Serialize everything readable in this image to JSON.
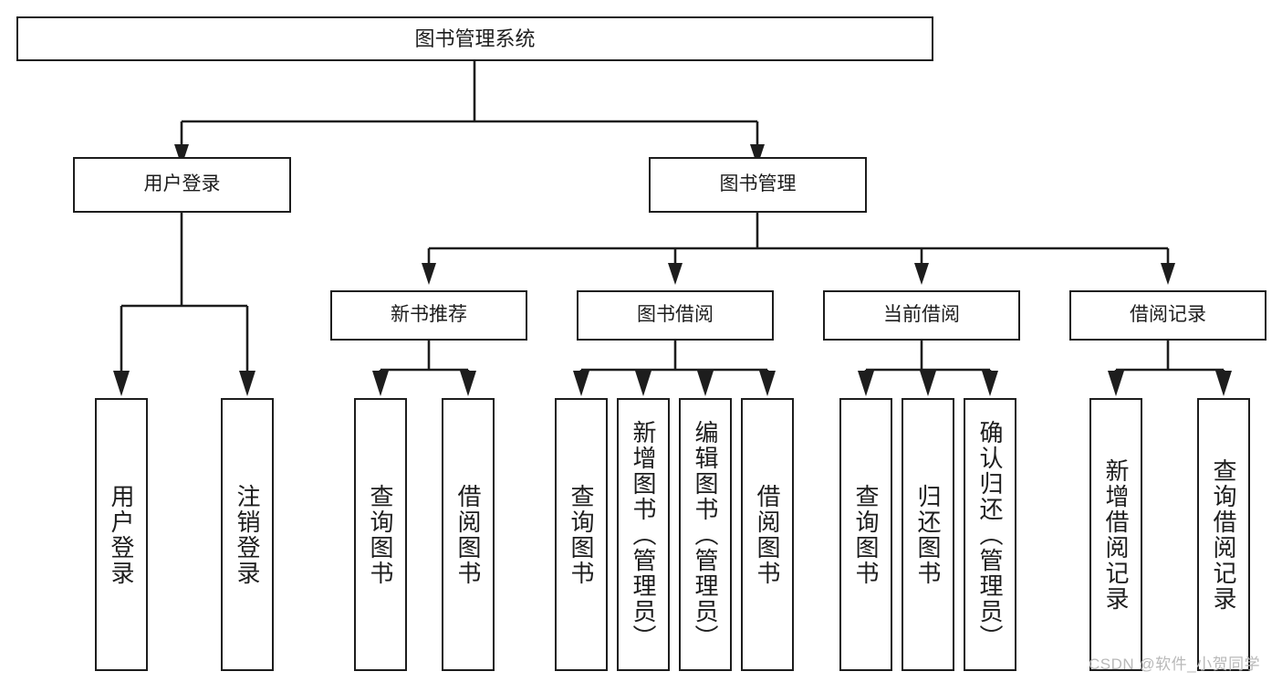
{
  "diagram": {
    "title": "图书管理系统",
    "type": "hierarchy-tree",
    "watermark": "CSDN @软件_小贺同学",
    "colors": {
      "background": "#ffffff",
      "box_border": "#1d1d1d",
      "box_fill": "#ffffff",
      "connector": "#1d1d1d",
      "text": "#1d1d1d",
      "watermark": "#b9b9b9"
    },
    "root": {
      "label": "图书管理系统"
    },
    "tier1": [
      {
        "label": "用户登录"
      },
      {
        "label": "图书管理"
      }
    ],
    "tier2": [
      {
        "label": "新书推荐"
      },
      {
        "label": "图书借阅"
      },
      {
        "label": "当前借阅"
      },
      {
        "label": "借阅记录"
      }
    ],
    "leaves": {
      "user_login": [
        {
          "label": "用户登录"
        },
        {
          "label": "注销登录"
        }
      ],
      "new_book_recommend": [
        {
          "label": "查询图书"
        },
        {
          "label": "借阅图书"
        }
      ],
      "book_borrow": [
        {
          "label": "查询图书"
        },
        {
          "label": "新增图书（管理员）"
        },
        {
          "label": "编辑图书（管理员）"
        },
        {
          "label": "借阅图书"
        }
      ],
      "current_borrow": [
        {
          "label": "查询图书"
        },
        {
          "label": "归还图书"
        },
        {
          "label": "确认归还（管理员）"
        }
      ],
      "borrow_record": [
        {
          "label": "新增借阅记录"
        },
        {
          "label": "查询借阅记录"
        }
      ]
    }
  }
}
